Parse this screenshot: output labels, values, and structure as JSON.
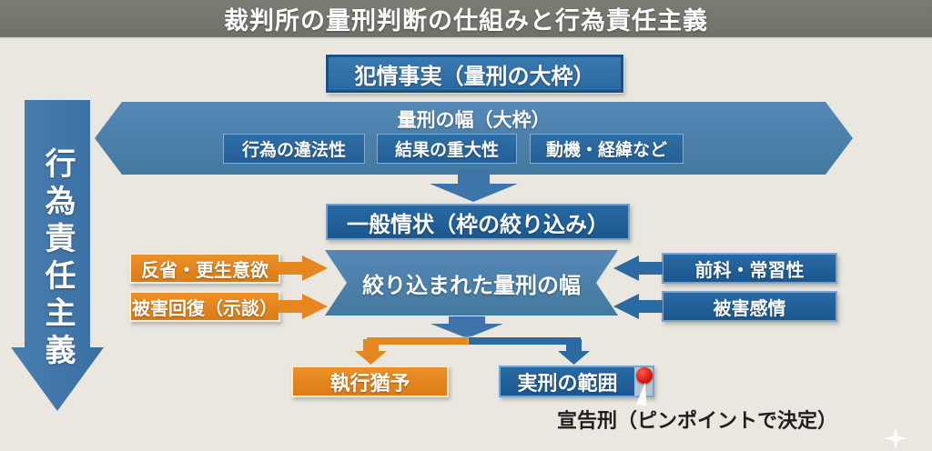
{
  "title": "裁判所の量刑判断の仕組みと行為責任主義",
  "left_axis": {
    "label": "行為責任主義"
  },
  "flow": {
    "top_box": "犯情事実（量刑の大枠）",
    "range_band": {
      "label": "量刑の幅（大枠）",
      "factors": [
        "行為の違法性",
        "結果の重大性",
        "動機・経緯など"
      ]
    },
    "narrowing_box": "一般情状（枠の絞り込み）",
    "narrowed_band": "絞り込まれた量刑の幅",
    "mitigating_factors": [
      "反省・更生意欲",
      "被害回復（示談）"
    ],
    "aggravating_factors": [
      "前科・常習性",
      "被害感情"
    ],
    "outcomes": {
      "suspended_sentence": "執行猶予",
      "prison_range": "実刑の範囲"
    },
    "caption": "宣告刑（ピンポイントで決定）"
  },
  "colors": {
    "title_bar": "#75776e",
    "background": "#e9e7e0",
    "medium_blue": "#4d82b2",
    "dark_blue": "#1e5c95",
    "orange": "#e6861e",
    "red_dot": "#dd1410"
  }
}
